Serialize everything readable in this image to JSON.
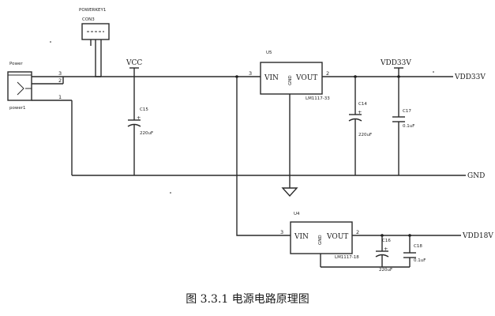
{
  "labels": {
    "powerkey_ref": "POWERKEY1",
    "powerkey_type": "CON3",
    "power_title": "Power",
    "power_ref": "power1",
    "vcc": "VCC",
    "vdd33": "VDD33V",
    "vdd33_out": "VDD33V",
    "vdd18": "VDD18V",
    "gnd": "GND"
  },
  "jack_pins": [
    "3",
    "2",
    "1"
  ],
  "u5": {
    "ref": "U5",
    "vin": "VIN",
    "gnd": "GND",
    "vout": "VOUT",
    "part": "LM1117-33",
    "pin_in": "3",
    "pin_out": "2"
  },
  "u4": {
    "ref": "U4",
    "vin": "VIN",
    "gnd": "GND",
    "vout": "VOUT",
    "part": "LM1117-18",
    "pin_in": "3",
    "pin_out": "2"
  },
  "capacitors": {
    "c15": {
      "ref": "C15",
      "value": "220uF"
    },
    "c14": {
      "ref": "C14",
      "value": "220uF"
    },
    "c17": {
      "ref": "C17",
      "value": "0.1uF"
    },
    "c16": {
      "ref": "C16",
      "value": "220uF"
    },
    "c18": {
      "ref": "C18",
      "value": "0.1uF"
    }
  },
  "caption": "图 3.3.1  电源电路原理图"
}
